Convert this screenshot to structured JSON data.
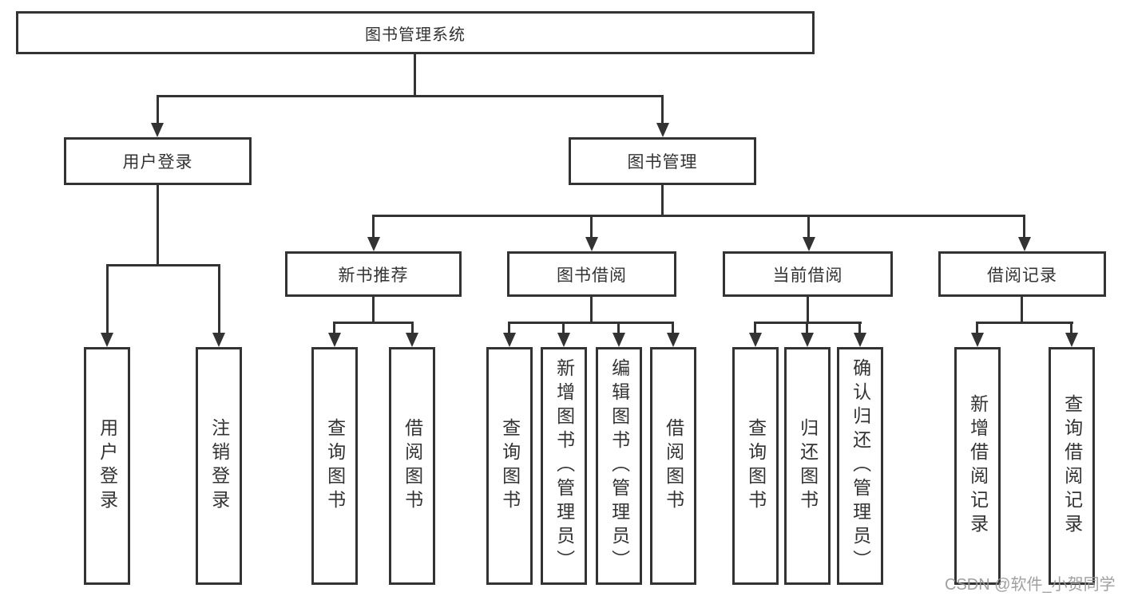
{
  "colors": {
    "line": "#333333",
    "text": "#333333",
    "watermark": "#989898"
  },
  "watermark": "CSDN @软件_小贺同学",
  "tree": {
    "label": "图书管理系统",
    "children": [
      {
        "label": "用户登录",
        "children": [
          {
            "label": "用户登录"
          },
          {
            "label": "注销登录"
          }
        ]
      },
      {
        "label": "图书管理",
        "children": [
          {
            "label": "新书推荐",
            "children": [
              {
                "label": "查询图书"
              },
              {
                "label": "借阅图书"
              }
            ]
          },
          {
            "label": "图书借阅",
            "children": [
              {
                "label": "查询图书"
              },
              {
                "label": "新增图书（管理员）"
              },
              {
                "label": "编辑图书（管理员）"
              },
              {
                "label": "借阅图书"
              }
            ]
          },
          {
            "label": "当前借阅",
            "children": [
              {
                "label": "查询图书"
              },
              {
                "label": "归还图书"
              },
              {
                "label": "确认归还（管理员）"
              }
            ]
          },
          {
            "label": "借阅记录",
            "children": [
              {
                "label": "新增借阅记录"
              },
              {
                "label": "查询借阅记录"
              }
            ]
          }
        ]
      }
    ]
  }
}
